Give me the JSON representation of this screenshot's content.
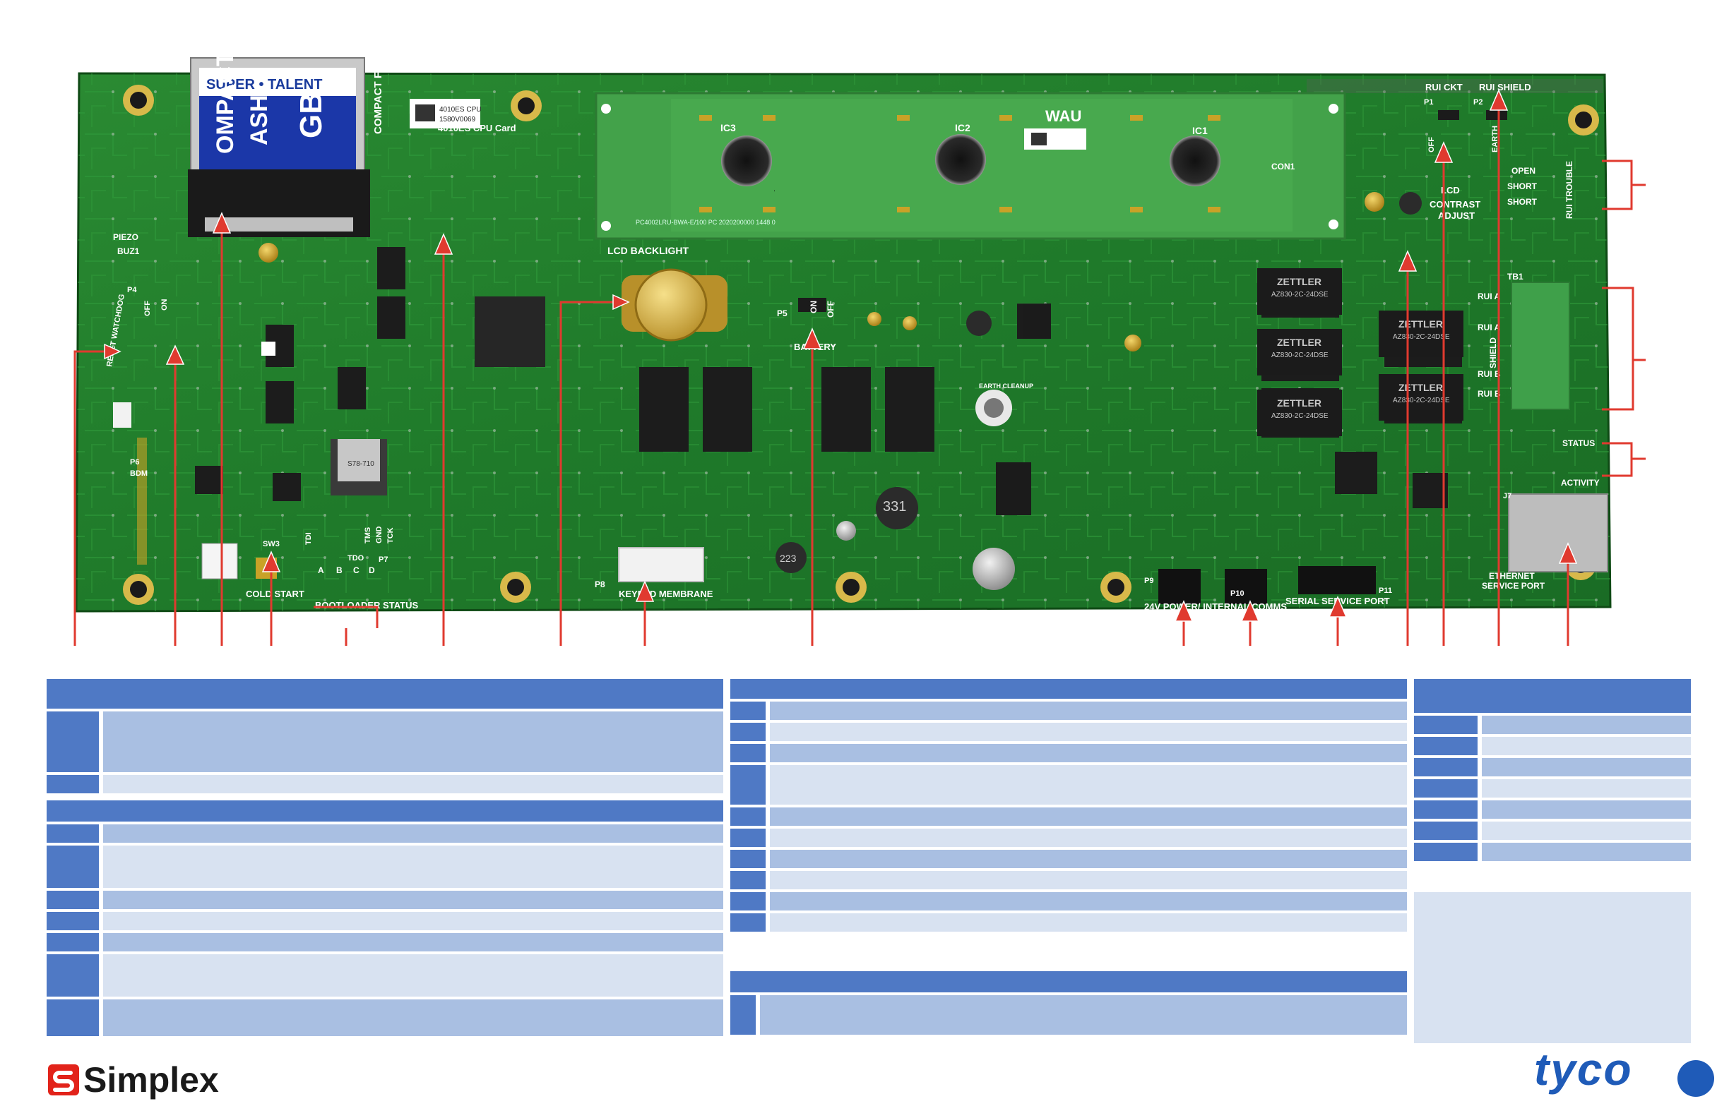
{
  "board": {
    "labels": {
      "compact_flash_brand": "SUPER • TALENT",
      "compact_flash_lines": [
        "OMPACT",
        "ASH",
        "GB"
      ],
      "compact_flash": "COMPACT FLASH",
      "cpu_card": "4010ES CPU Card",
      "lcd_backlight": "LCD BACKLIGHT",
      "battery": "BATTERY",
      "on": "ON",
      "off": "OFF",
      "piezo": "PIEZO",
      "buz1": "BUZ1",
      "reset_watchdog": "RESET WATCHDOG",
      "p4": "P4",
      "p6": "P6",
      "bdm": "BDM",
      "sw3": "SW3",
      "cold_start": "COLD START",
      "bootloader_status": "BOOTLOADER STATUS",
      "bootloader_leds": [
        "A",
        "B",
        "C",
        "D"
      ],
      "jtag": [
        "TDO",
        "TDI",
        "TMS",
        "GND",
        "TCK"
      ],
      "p7": "P7",
      "p8": "P8",
      "keypad_membrane": "KEYPAD MEMBRANE",
      "p5": "P5",
      "p9": "P9",
      "p10": "P10",
      "p11": "P11",
      "p1": "P1",
      "p2": "P2",
      "j7": "J7",
      "tb1": "TB1",
      "power_comms": "24V POWER/ INTERNAL COMMS",
      "serial_service_port": "SERIAL SERVICE PORT",
      "rui_ckt": "RUI CKT",
      "rui_shield": "RUI SHIELD",
      "earth": "EARTH",
      "open": "OPEN",
      "shorts": [
        "SHORT",
        "SHORT"
      ],
      "rui_trouble": "RUI TROUBLE",
      "lcd_contrast_adjust": [
        "LCD",
        "CONTRAST",
        "ADJUST"
      ],
      "rui_terminals": [
        "RUI A",
        "RUI A",
        "SHIELD",
        "RUI B",
        "RUI B"
      ],
      "status": "STATUS",
      "activity": "ACTIVITY",
      "ethernet_service_port": [
        "ETHERNET",
        "SERVICE PORT"
      ],
      "earth_cleanup": "EARTH CLEANUP",
      "ic_labels": [
        "IC3",
        "IC2",
        "IC1"
      ],
      "wau": "WAU",
      "con1": "CON1",
      "relay_brand": "ZETTLER",
      "relay_part": "AZ830-2C-24DSE",
      "inductor_a": "331",
      "inductor_b": "223",
      "chip_text": "S78-710",
      "lcd_code": "PC4002LRU-BWA-E/100 PC 2020200000 1448 0",
      "serial_numbers": [
        "4010ES CPU",
        "1580V0069"
      ]
    }
  },
  "tables": {
    "left_top_rows": 2,
    "left_bottom_rows": 7,
    "middle_top_rows": 10,
    "middle_bottom_rows": 1,
    "right_rows": 7
  },
  "footer": {
    "simplex": "Simplex",
    "tyco": "tyco"
  },
  "colors": {
    "board_green": "#1e7a2a",
    "header_blue": "#4f79c5",
    "row_dark": "#a9bfe2",
    "row_light": "#d8e2f1",
    "callout_red": "#e03a2f",
    "tyco_blue": "#1f5bb8"
  }
}
